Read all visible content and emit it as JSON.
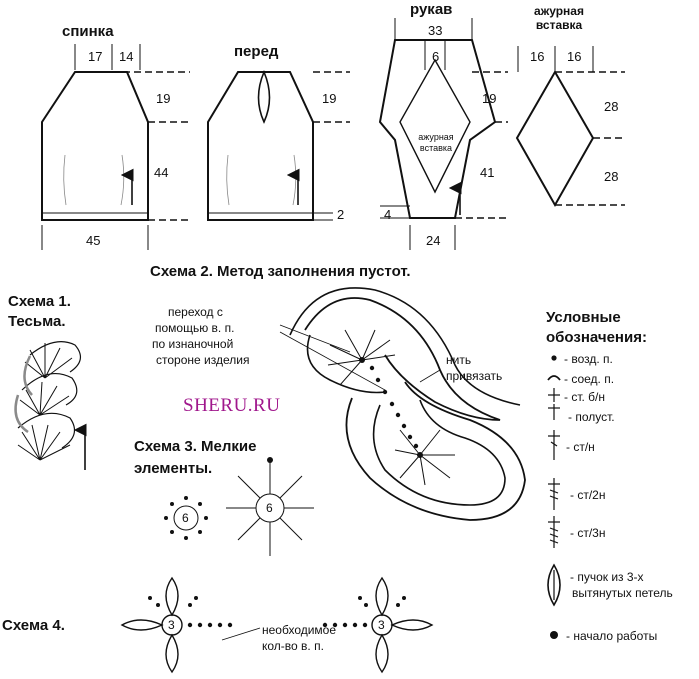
{
  "panels": {
    "back": {
      "title": "спинка",
      "top_l": "17",
      "top_r": "14",
      "armhole": "19",
      "body": "44",
      "bottom": "45"
    },
    "front": {
      "title": "перед",
      "armhole": "19",
      "edge": "2"
    },
    "sleeve": {
      "title": "рукав",
      "top": "33",
      "center": "6",
      "armhole": "19",
      "body": "41",
      "cuff_h": "4",
      "bottom": "24",
      "insert_label": "ажурная вставка"
    },
    "insert": {
      "title": "ажурная вставка",
      "left": "16",
      "right": "16",
      "upper": "28",
      "lower": "28"
    }
  },
  "scheme1": {
    "title": "Схема 1. Тесьма."
  },
  "scheme2": {
    "title": "Схема 2. Метод заполнения пустот.",
    "note1": [
      "переход с",
      "помощью в. п.",
      "по изнаночной",
      "стороне изделия"
    ],
    "note2": [
      "нить",
      "привязать"
    ]
  },
  "scheme3": {
    "title": "Схема 3. Мелкие элементы.",
    "center_small": "6",
    "center_big": "6"
  },
  "scheme4": {
    "title": "Схема 4.",
    "center_left": "3",
    "center_right": "3",
    "note": [
      "необходимое",
      "кол-во в. п."
    ]
  },
  "watermark": "SHERU.RU",
  "legend": {
    "title": [
      "Условные",
      "обозначения:"
    ],
    "items": [
      "- возд. п.",
      "- соед. п.",
      "- ст. б/н",
      "- полуст.",
      "- ст/н",
      "- ст/2н",
      "- ст/3н",
      "- пучок из 3-х",
      "вытянутых петель",
      "- начало работы"
    ]
  },
  "colors": {
    "ink": "#111111",
    "watermark": "#a0178c",
    "arrow_gray": "#8a8a8a"
  }
}
